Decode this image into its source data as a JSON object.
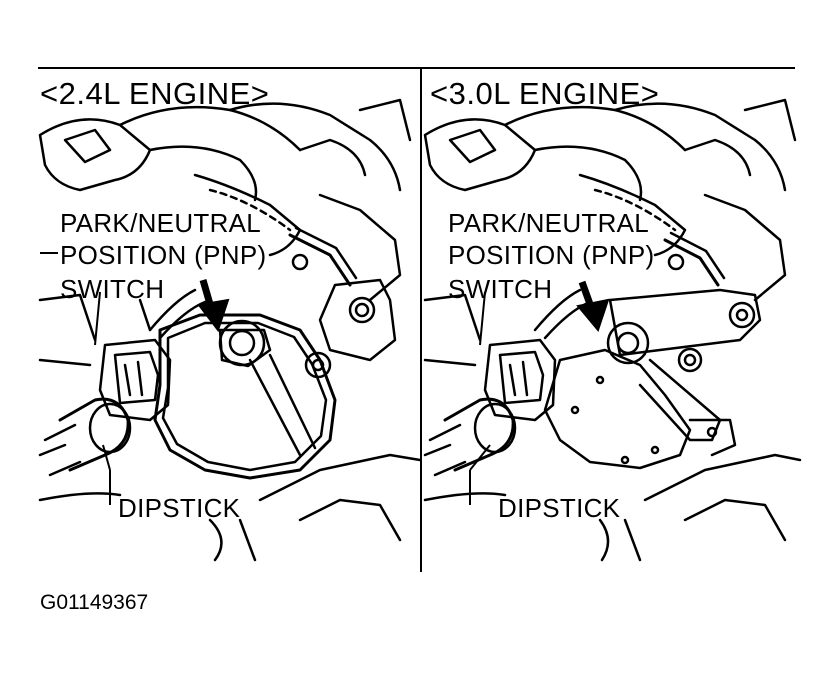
{
  "panels": [
    {
      "title": "<2.4L ENGINE>",
      "labels": {
        "line1": "PARK/NEUTRAL",
        "line2": "POSITION (PNP)",
        "line3": "SWITCH",
        "dipstick": "DIPSTICK"
      }
    },
    {
      "title": "<3.0L ENGINE>",
      "labels": {
        "line1": "PARK/NEUTRAL",
        "line2": "POSITION (PNP)",
        "line3": "SWITCH",
        "dipstick": "DIPSTICK"
      }
    }
  ],
  "figure_id": "G01149367",
  "colors": {
    "ink": "#000000",
    "background": "#ffffff"
  }
}
